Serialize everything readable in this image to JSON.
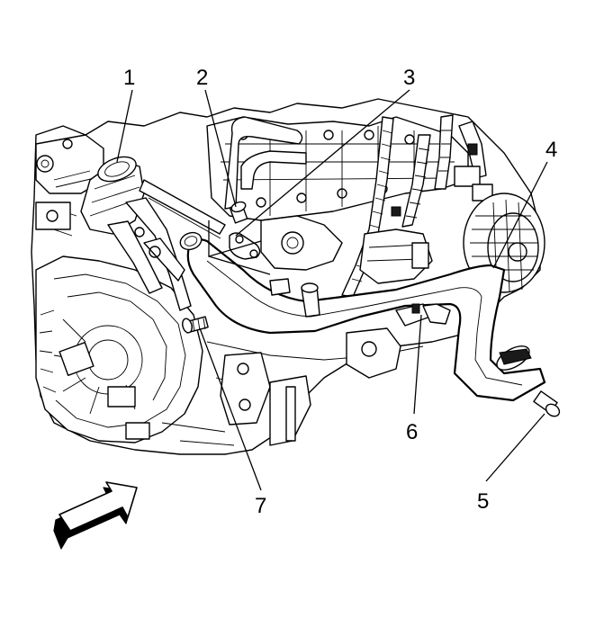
{
  "callouts": [
    {
      "id": "1",
      "label": "1"
    },
    {
      "id": "2",
      "label": "2"
    },
    {
      "id": "3",
      "label": "3"
    },
    {
      "id": "4",
      "label": "4"
    },
    {
      "id": "5",
      "label": "5"
    },
    {
      "id": "6",
      "label": "6"
    },
    {
      "id": "7",
      "label": "7"
    }
  ],
  "colors": {
    "line": "#000000",
    "background": "#ffffff"
  },
  "icons": {
    "direction_arrow": "front-direction-arrow-icon"
  }
}
